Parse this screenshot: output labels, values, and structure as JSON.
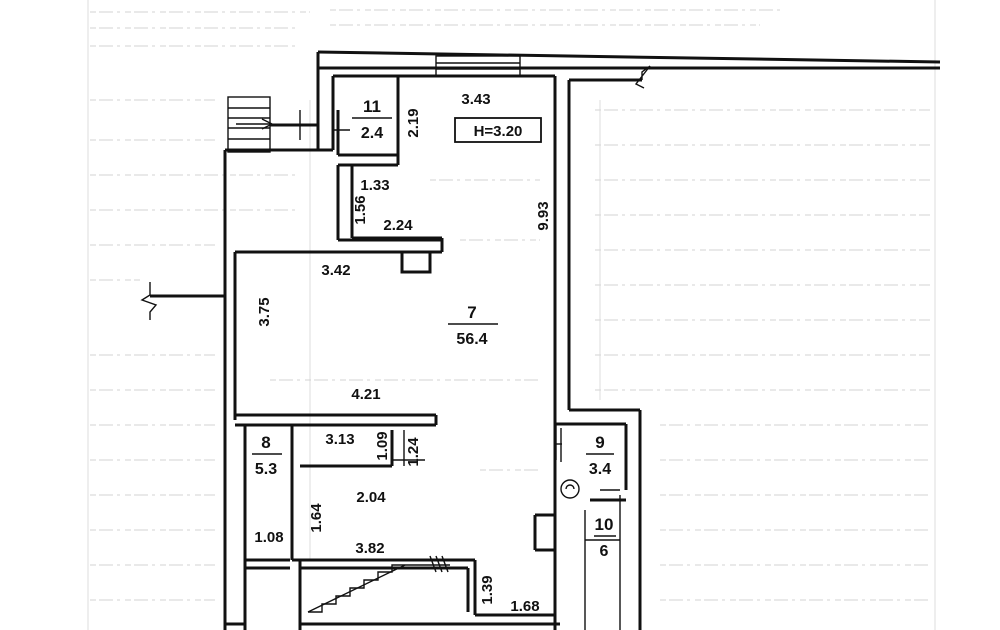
{
  "plan": {
    "height_label": "H=3.20",
    "rooms": [
      {
        "id": "room-11",
        "number": "11",
        "area": "2.4"
      },
      {
        "id": "room-7",
        "number": "7",
        "area": "56.4"
      },
      {
        "id": "room-8",
        "number": "8",
        "area": "5.3"
      },
      {
        "id": "room-9",
        "number": "9",
        "area": "3.4"
      },
      {
        "id": "room-10",
        "number": "10",
        "area": "6"
      }
    ],
    "dimensions": {
      "d_343": "3.43",
      "d_219": "2.19",
      "d_133": "1.33",
      "d_156": "1.56",
      "d_224": "2.24",
      "d_993": "9.93",
      "d_342": "3.42",
      "d_375": "3.75",
      "d_421": "4.21",
      "d_313": "3.13",
      "d_109": "1.09",
      "d_124": "1.24",
      "d_164": "1.64",
      "d_204": "2.04",
      "d_108": "1.08",
      "d_382": "3.82",
      "d_139": "1.39",
      "d_168": "1.68"
    }
  }
}
